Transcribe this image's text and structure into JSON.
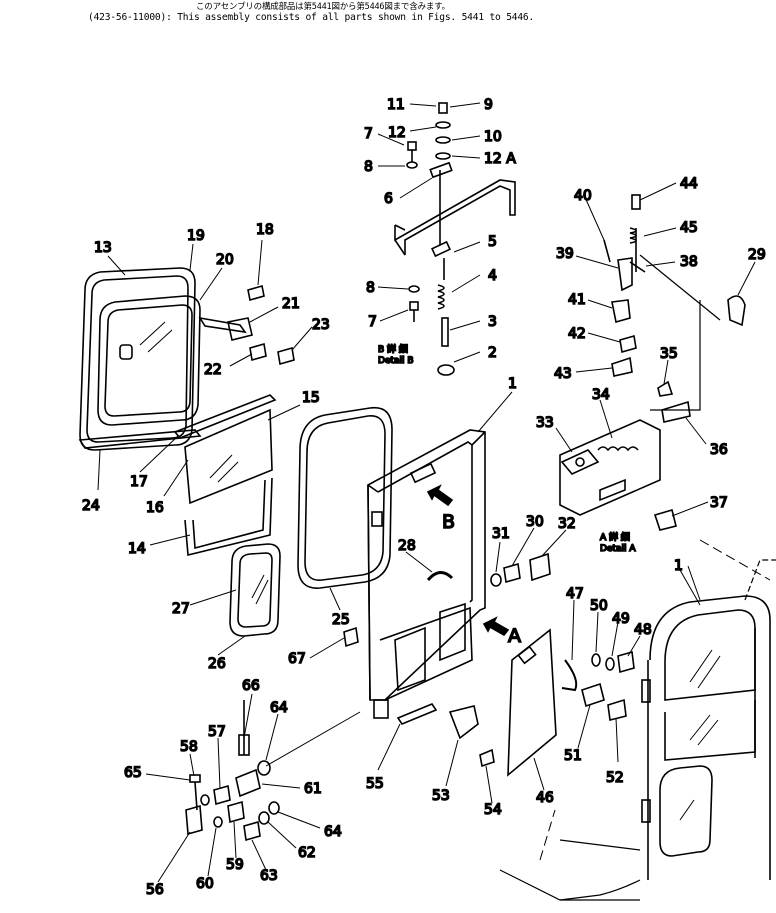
{
  "header": {
    "line1": "このアセンブリの構成部品は第5441図から第5446図まで含みます。",
    "line2": "(423-56-11000): This assembly consists of all parts shown in Figs. 5441 to 5446."
  },
  "details": {
    "b_jp": "B 詳 細",
    "b_en": "Detail B",
    "a_jp": "A 詳 細",
    "a_en": "Detail A",
    "arrow_b": "B",
    "arrow_a": "A"
  },
  "callouts": [
    {
      "id": "1",
      "label": "1"
    },
    {
      "id": "1b",
      "label": "1"
    },
    {
      "id": "2",
      "label": "2"
    },
    {
      "id": "3",
      "label": "3"
    },
    {
      "id": "4",
      "label": "4"
    },
    {
      "id": "5",
      "label": "5"
    },
    {
      "id": "6",
      "label": "6"
    },
    {
      "id": "7",
      "label": "7"
    },
    {
      "id": "7b",
      "label": "7"
    },
    {
      "id": "8",
      "label": "8"
    },
    {
      "id": "8b",
      "label": "8"
    },
    {
      "id": "9",
      "label": "9"
    },
    {
      "id": "10",
      "label": "10"
    },
    {
      "id": "11",
      "label": "11"
    },
    {
      "id": "12",
      "label": "12"
    },
    {
      "id": "12A",
      "label": "12 A"
    },
    {
      "id": "13",
      "label": "13"
    },
    {
      "id": "14",
      "label": "14"
    },
    {
      "id": "15",
      "label": "15"
    },
    {
      "id": "16",
      "label": "16"
    },
    {
      "id": "17",
      "label": "17"
    },
    {
      "id": "18",
      "label": "18"
    },
    {
      "id": "19",
      "label": "19"
    },
    {
      "id": "20",
      "label": "20"
    },
    {
      "id": "21",
      "label": "21"
    },
    {
      "id": "22",
      "label": "22"
    },
    {
      "id": "23",
      "label": "23"
    },
    {
      "id": "24",
      "label": "24"
    },
    {
      "id": "25",
      "label": "25"
    },
    {
      "id": "26",
      "label": "26"
    },
    {
      "id": "27",
      "label": "27"
    },
    {
      "id": "28",
      "label": "28"
    },
    {
      "id": "29",
      "label": "29"
    },
    {
      "id": "30",
      "label": "30"
    },
    {
      "id": "31",
      "label": "31"
    },
    {
      "id": "32",
      "label": "32"
    },
    {
      "id": "33",
      "label": "33"
    },
    {
      "id": "34",
      "label": "34"
    },
    {
      "id": "35",
      "label": "35"
    },
    {
      "id": "36",
      "label": "36"
    },
    {
      "id": "37",
      "label": "37"
    },
    {
      "id": "38",
      "label": "38"
    },
    {
      "id": "39",
      "label": "39"
    },
    {
      "id": "40",
      "label": "40"
    },
    {
      "id": "41",
      "label": "41"
    },
    {
      "id": "42",
      "label": "42"
    },
    {
      "id": "43",
      "label": "43"
    },
    {
      "id": "44",
      "label": "44"
    },
    {
      "id": "45",
      "label": "45"
    },
    {
      "id": "46",
      "label": "46"
    },
    {
      "id": "47",
      "label": "47"
    },
    {
      "id": "48",
      "label": "48"
    },
    {
      "id": "49",
      "label": "49"
    },
    {
      "id": "50",
      "label": "50"
    },
    {
      "id": "51",
      "label": "51"
    },
    {
      "id": "52",
      "label": "52"
    },
    {
      "id": "53",
      "label": "53"
    },
    {
      "id": "54",
      "label": "54"
    },
    {
      "id": "55",
      "label": "55"
    },
    {
      "id": "56",
      "label": "56"
    },
    {
      "id": "57",
      "label": "57"
    },
    {
      "id": "58",
      "label": "58"
    },
    {
      "id": "59",
      "label": "59"
    },
    {
      "id": "60",
      "label": "60"
    },
    {
      "id": "61",
      "label": "61"
    },
    {
      "id": "62",
      "label": "62"
    },
    {
      "id": "63",
      "label": "63"
    },
    {
      "id": "64",
      "label": "64"
    },
    {
      "id": "64b",
      "label": "64"
    },
    {
      "id": "65",
      "label": "65"
    },
    {
      "id": "66",
      "label": "66"
    },
    {
      "id": "67",
      "label": "67"
    }
  ]
}
